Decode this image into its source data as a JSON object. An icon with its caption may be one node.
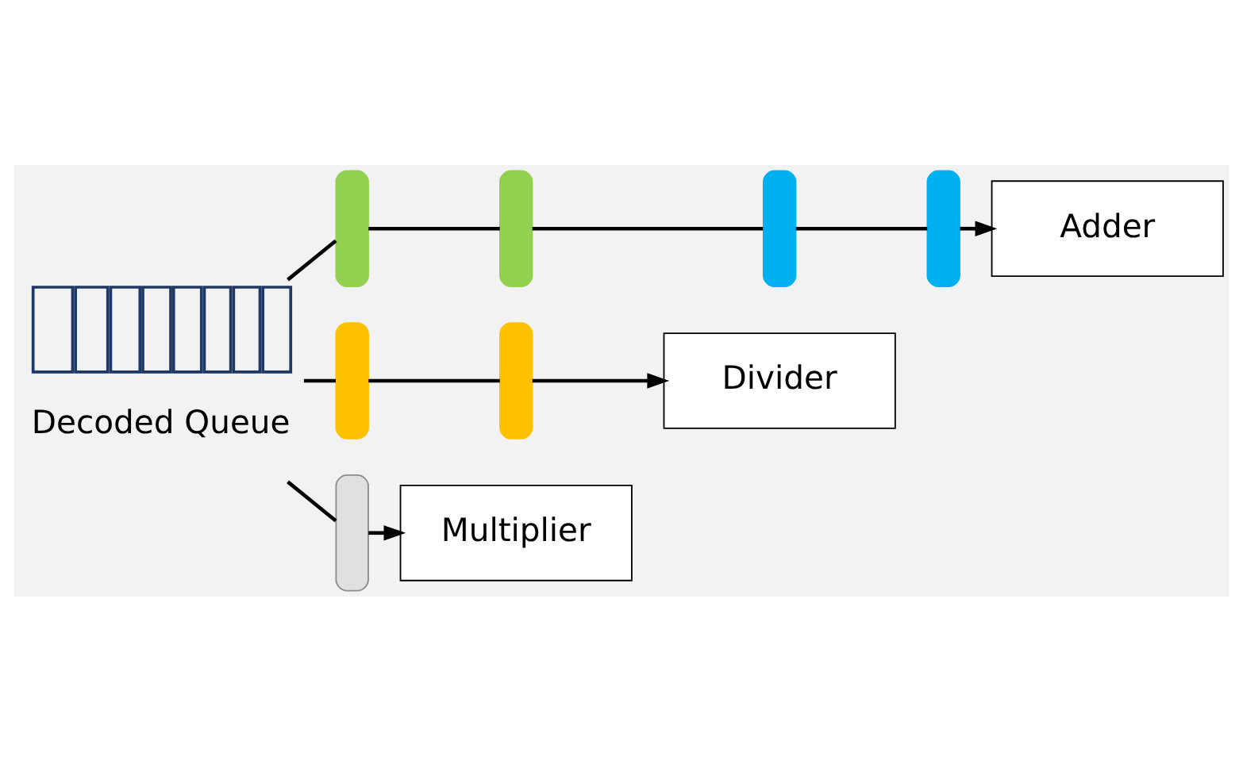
{
  "diagram": {
    "nodes": [
      {
        "text": [
          "Decoded Queue"
        ]
      },
      {
        "text": [],
        "shape": "bar"
      },
      {
        "text": [],
        "shape": "bar"
      },
      {
        "text": [],
        "shape": "bar"
      },
      {
        "text": [],
        "shape": "bar"
      },
      {
        "text": [
          "Adder"
        ]
      },
      {
        "text": [],
        "shape": "bar"
      },
      {
        "text": [],
        "shape": "bar"
      },
      {
        "text": [
          "Divider"
        ]
      },
      {
        "text": [],
        "shape": "bar"
      },
      {
        "text": [
          "Multiplier"
        ]
      }
    ],
    "edges": [
      {
        "from": 0,
        "to": 1,
        "arrow": "none"
      },
      {
        "from": 1,
        "to": 2,
        "arrow": "none"
      },
      {
        "from": 2,
        "to": 3,
        "arrow": "none"
      },
      {
        "from": 3,
        "to": 4,
        "arrow": "none"
      },
      {
        "from": 4,
        "to": 5,
        "arrow": "to"
      },
      {
        "from": 0,
        "to": 6,
        "arrow": "none"
      },
      {
        "from": 6,
        "to": 7,
        "arrow": "none"
      },
      {
        "from": 7,
        "to": 8,
        "arrow": "to"
      },
      {
        "from": 0,
        "to": 9,
        "arrow": "none"
      },
      {
        "from": 9,
        "to": 10,
        "arrow": "to"
      }
    ]
  }
}
